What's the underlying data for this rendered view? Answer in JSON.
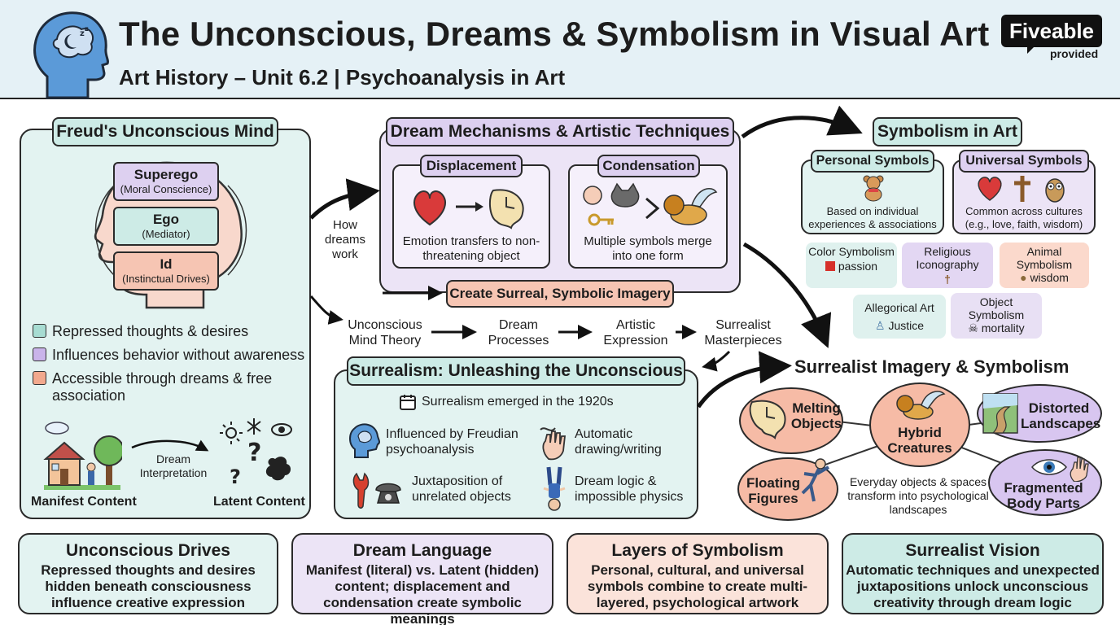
{
  "header": {
    "title": "The Unconscious, Dreams & Symbolism in Visual Art",
    "subtitle": "Art History – Unit 6.2 | Psychoanalysis in Art",
    "brand_name": "Fiveable",
    "brand_sub": "provided"
  },
  "freud": {
    "title": "Freud's Unconscious Mind",
    "superego": "Superego",
    "superego_sub": "(Moral Conscience)",
    "ego": "Ego",
    "ego_sub": "(Mediator)",
    "id": "Id",
    "id_sub": "(Instinctual Drives)",
    "legend": [
      "Repressed thoughts & desires",
      "Influences behavior without awareness",
      "Accessible through dreams & free association"
    ],
    "dream_interp": "Dream Interpretation",
    "manifest": "Manifest Content",
    "latent": "Latent Content"
  },
  "dream": {
    "title": "Dream Mechanisms & Artistic Techniques",
    "displacement": "Displacement",
    "displacement_desc": "Emotion transfers to non-threatening object",
    "condensation": "Condensation",
    "condensation_desc": "Multiple symbols merge into one form",
    "create": "Create Surreal, Symbolic Imagery",
    "how": "How dreams work"
  },
  "flow": {
    "step1": "Unconscious Mind Theory",
    "step2": "Dream Processes",
    "step3": "Artistic Expression",
    "step4": "Surrealist Masterpieces"
  },
  "symbolism": {
    "title": "Symbolism in Art",
    "personal": "Personal Symbols",
    "personal_desc": "Based on individual experiences & associations",
    "universal": "Universal Symbols",
    "universal_desc": "Common across cultures (e.g., love, faith, wisdom)",
    "color": "Color Symbolism",
    "color_ex": "passion",
    "religious": "Religious Iconography",
    "animal": "Animal Symbolism",
    "animal_ex": "wisdom",
    "allegorical": "Allegorical Art",
    "allegorical_ex": "Justice",
    "object": "Object Symbolism",
    "object_ex": "mortality"
  },
  "surrealism": {
    "title": "Surrealism: Unleashing the Unconscious",
    "emerged": "Surrealism emerged in the 1920s",
    "f1": "Influenced by Freudian psychoanalysis",
    "f2": "Automatic drawing/writing",
    "f3": "Juxtaposition of unrelated objects",
    "f4": "Dream logic & impossible physics"
  },
  "imagery": {
    "title": "Surrealist Imagery & Symbolism",
    "melting": "Melting Objects",
    "hybrid": "Hybrid Creatures",
    "distorted": "Distorted Landscapes",
    "floating": "Floating Figures",
    "fragmented": "Fragmented Body Parts",
    "note": "Everyday objects & spaces transform into psychological landscapes"
  },
  "summary": [
    {
      "title": "Unconscious Drives",
      "body": "Repressed thoughts and desires hidden beneath consciousness influence creative expression"
    },
    {
      "title": "Dream Language",
      "body": "Manifest (literal) vs. Latent (hidden) content; displacement and condensation create symbolic meanings"
    },
    {
      "title": "Layers of Symbolism",
      "body": "Personal, cultural, and universal symbols combine to create multi-layered, psychological artwork"
    },
    {
      "title": "Surrealist Vision",
      "body": "Automatic techniques and unexpected juxtapositions unlock unconscious creativity through dream logic"
    }
  ],
  "colors": {
    "teal": "#cdebe6",
    "lilac": "#ddd0f0",
    "peach": "#f6c5b3",
    "header_bg": "#e5f1f6"
  }
}
